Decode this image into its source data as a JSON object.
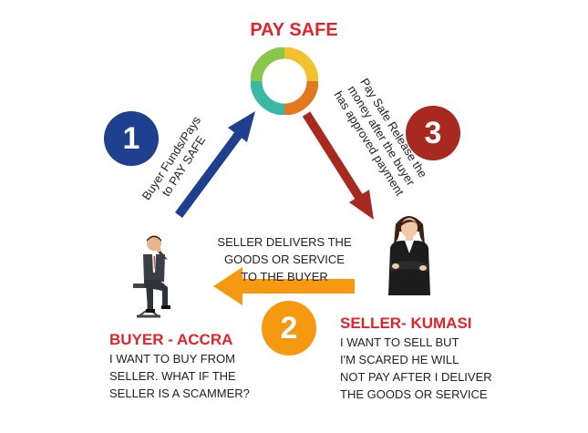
{
  "title": "PAY SAFE",
  "logo": {
    "colors": [
      "#f2c12e",
      "#e3791f",
      "#3bb7a4",
      "#89c64a"
    ]
  },
  "steps": [
    {
      "number": "1",
      "color": "#1f3f8f",
      "text_lines": [
        "Buyer Funds/Pays",
        "to PAY SAFE"
      ]
    },
    {
      "number": "2",
      "color": "#f59a10",
      "text_lines": [
        "SELLER DELIVERS THE",
        "GOODS OR SERVICE",
        "TO THE BUYER"
      ]
    },
    {
      "number": "3",
      "color": "#a8291f",
      "text_lines": [
        "Pay Safe Release the",
        "money after the buyer",
        "has approved payment"
      ]
    }
  ],
  "buyer": {
    "label": "BUYER - ACCRA",
    "lines": [
      "I WANT TO BUY FROM",
      "SELLER. WHAT IF THE",
      "SELLER IS A SCAMMER?"
    ]
  },
  "seller": {
    "label": "SELLER- KUMASI",
    "lines": [
      "I WANT TO SELL BUT",
      "I'M SCARED HE WILL",
      "NOT PAY AFTER I DELIVER",
      "THE GOODS OR SERVICE"
    ]
  },
  "colors": {
    "arrow_blue": "#1f3f8f",
    "arrow_red": "#a8291f",
    "arrow_orange": "#f59a10",
    "accent_red": "#e3242b"
  }
}
